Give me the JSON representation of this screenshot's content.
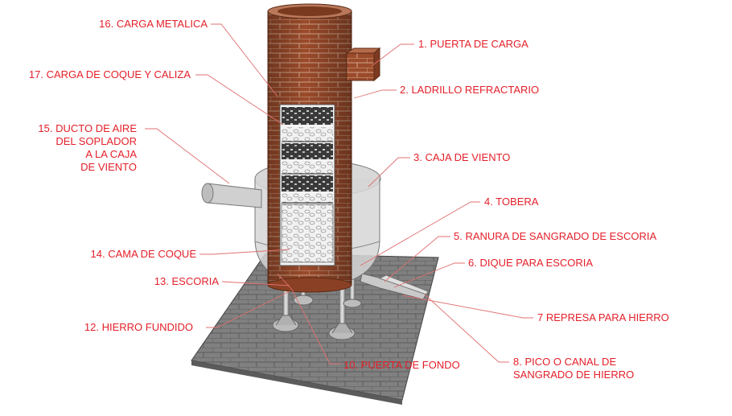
{
  "colors": {
    "label_text": "#e4202a",
    "leader_line": "#e07070",
    "brick": "#9a4a2c",
    "mortar": "#c79b82",
    "floor": "#7d7d7d",
    "steel": "#c9c9c9"
  },
  "labels": {
    "l1": "1. PUERTA DE CARGA",
    "l2": "2. LADRILLO REFRACTARIO",
    "l3": "3. CAJA DE VIENTO",
    "l4": "4. TOBERA",
    "l5": "5. RANURA DE SANGRADO DE ESCORIA",
    "l6": "6. DIQUE PARA ESCORIA",
    "l7": "7 REPRESA PARA HIERRO",
    "l8": [
      "8. PICO O CANAL DE",
      "SANGRADO DE HIERRO"
    ],
    "l10": "10. PUERTA DE FONDO",
    "l12": "12. HIERRO FUNDIDO",
    "l13": "13. ESCORIA",
    "l14": "14. CAMA DE COQUE",
    "l15": [
      "15. DUCTO DE AIRE",
      "DEL SOPLADOR",
      "A LA CAJA",
      "DE VIENTO"
    ],
    "l16": "16. CARGA METALICA",
    "l17": "17. CARGA DE COQUE Y CALIZA"
  }
}
